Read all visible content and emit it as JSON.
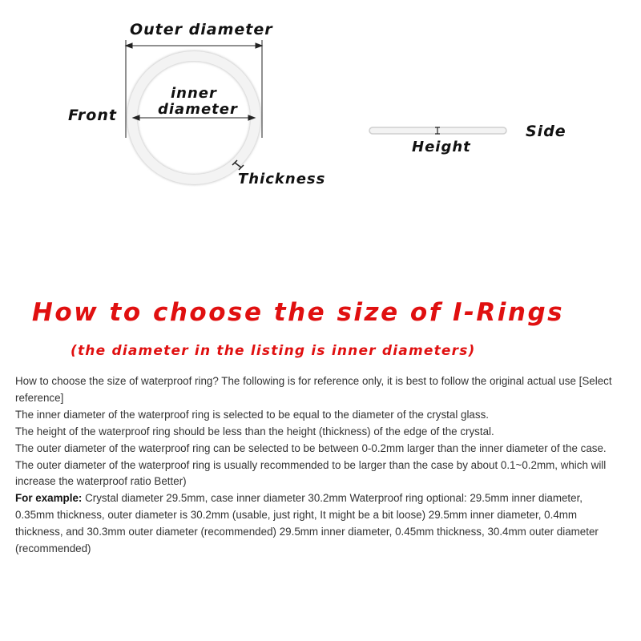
{
  "colors": {
    "accent": "#e01010",
    "ring": "#eeeeee",
    "text": "#333333",
    "label": "#111111"
  },
  "diagram": {
    "outer_diameter_label": "Outer diameter",
    "inner_label_line1": "inner",
    "inner_label_line2": "diameter",
    "front_label": "Front",
    "thickness_label": "Thickness",
    "side_label": "Side",
    "height_label": "Height"
  },
  "heading": {
    "title": "How to choose the size of I-Rings",
    "subtitle": "(the diameter in the listing is inner diameters)"
  },
  "body": {
    "p1": "How to choose the size of waterproof ring? The following is for reference only, it is best to follow the original actual use [Select reference]",
    "p2": "The inner diameter of the waterproof ring is selected to be equal to the diameter of the crystal glass.",
    "p3": "The height of the waterproof ring should be less than the height (thickness) of the edge of the crystal.",
    "p4": "The outer diameter of the waterproof ring can be selected to be between 0-0.2mm larger than the inner diameter of the case.",
    "p5": "The outer diameter of the waterproof ring is usually recommended to be larger than the case by about 0.1~0.2mm, which will increase the waterproof ratio Better)",
    "example_label": "For example:",
    "example_text": " Crystal diameter 29.5mm, case inner diameter 30.2mm Waterproof ring optional: 29.5mm inner diameter, 0.35mm thickness, outer diameter is 30.2mm (usable, just right, It might be a bit loose) 29.5mm inner diameter, 0.4mm thickness, and 30.3mm outer diameter (recommended) 29.5mm inner diameter, 0.45mm thickness, 30.4mm outer diameter (recommended)"
  }
}
